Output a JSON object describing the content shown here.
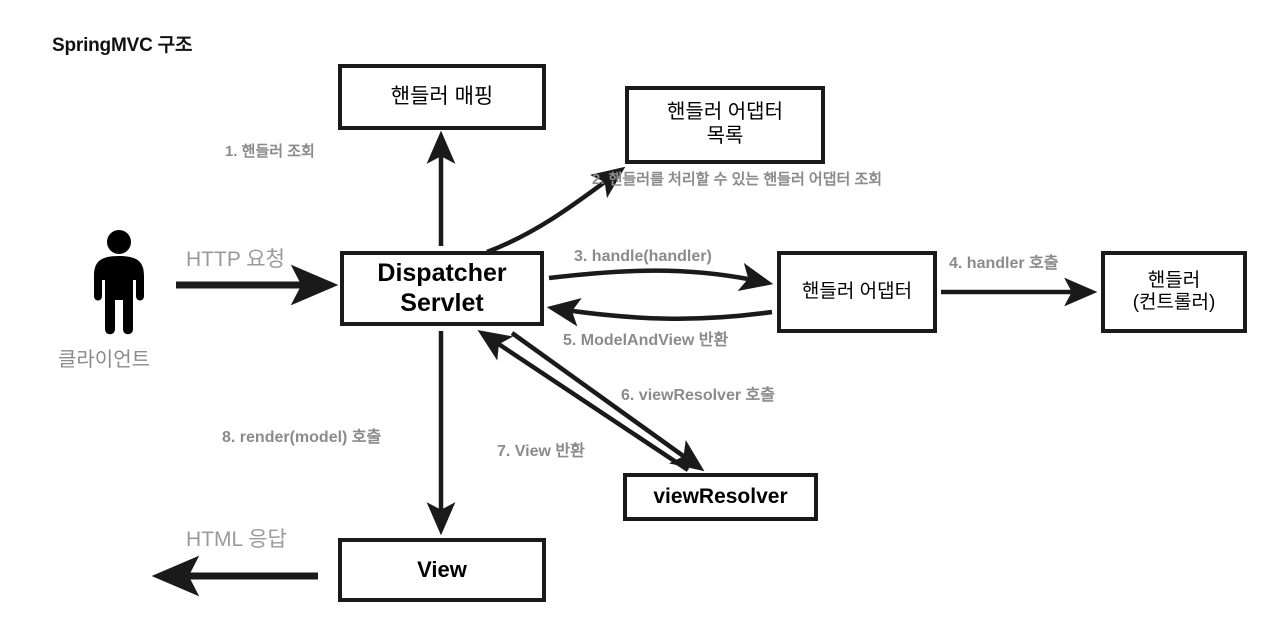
{
  "page": {
    "title": "SpringMVC 구조",
    "type": "flow-diagram",
    "background": "#ffffff",
    "line_color": "#1a1a1a",
    "label_color": "#8b8b8b",
    "box_border_color": "#1a1a1a"
  },
  "actor": {
    "icon": "person-icon",
    "label": "클라이언트"
  },
  "nodes": {
    "handler_mapping": {
      "label": "핸들러 매핑"
    },
    "handler_adapter_list": {
      "line1": "핸들러 어댑터",
      "line2": "목록"
    },
    "dispatcher_servlet": {
      "line1": "Dispatcher",
      "line2": "Servlet"
    },
    "handler_adapter": {
      "label": "핸들러 어댑터"
    },
    "handler_controller": {
      "line1": "핸들러",
      "line2": "(컨트롤러)"
    },
    "view_resolver": {
      "label": "viewResolver"
    },
    "view": {
      "label": "View"
    }
  },
  "edges": {
    "http_request": "HTTP 요청",
    "http_response": "HTML 응답",
    "step1": "1. 핸들러 조회",
    "step2": "2. 핸들러를 처리할 수 있는 핸들러 어댑터 조회",
    "step3": "3. handle(handler)",
    "step4": "4. handler 호출",
    "step5": "5. ModelAndView 반환",
    "step6": "6. viewResolver 호출",
    "step7": "7. View 반환",
    "step8": "8. render(model) 호출"
  }
}
